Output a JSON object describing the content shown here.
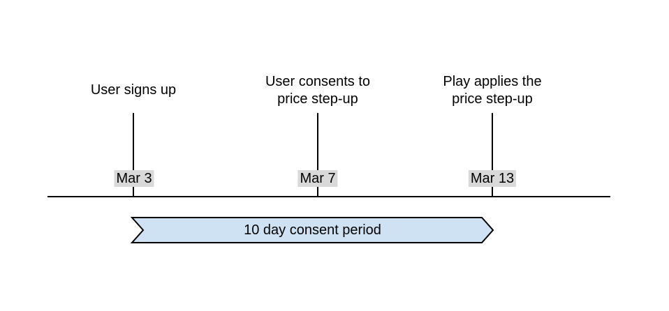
{
  "diagram": {
    "events": [
      {
        "title": "User signs up",
        "date": "Mar 3"
      },
      {
        "title": "User consents to\nprice step-up",
        "date": "Mar 7"
      },
      {
        "title": "Play applies the\nprice step-up",
        "date": "Mar 13"
      }
    ],
    "banner": {
      "label": "10 day consent period"
    }
  },
  "colors": {
    "background": "#ffffff",
    "line": "#000000",
    "text": "#000000",
    "date_label_bg": "#d9d9d9",
    "banner_fill": "#cfe2f3",
    "banner_border": "#000000"
  }
}
